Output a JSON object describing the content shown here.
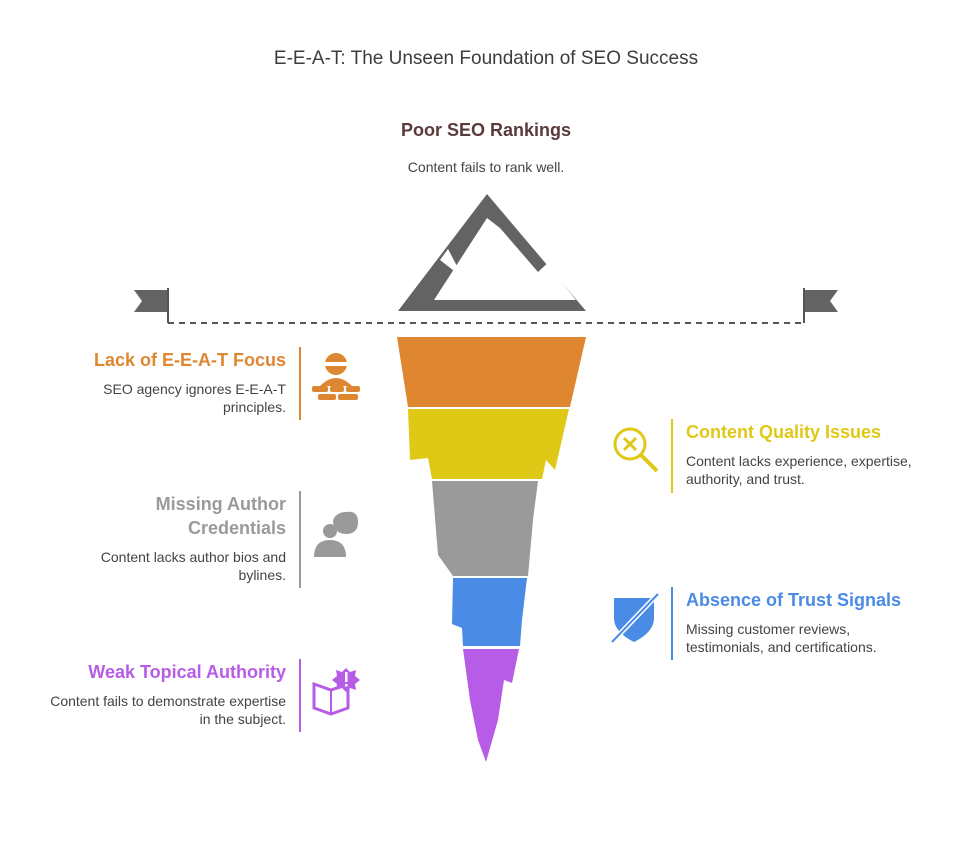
{
  "title": "E-E-A-T: The Unseen Foundation of SEO Success",
  "top": {
    "heading": "Poor SEO Rankings",
    "description": "Content fails to rank well."
  },
  "items": [
    {
      "heading": "Lack of E-E-A-T Focus",
      "description": "SEO agency ignores E-E-A-T principles.",
      "color": "#de8630",
      "icon": "person-with-bricks-icon"
    },
    {
      "heading": "Content Quality Issues",
      "description": "Content lacks experience, expertise, authority, and trust.",
      "color": "#e0c816",
      "icon": "magnifier-x-icon"
    },
    {
      "heading": "Missing Author Credentials",
      "description": "Content lacks author bios and bylines.",
      "color": "#9a9a9a",
      "icon": "person-speech-icon"
    },
    {
      "heading": "Absence of Trust Signals",
      "description": "Missing customer reviews, testimonials, and certifications.",
      "color": "#4a8be6",
      "icon": "shield-off-icon"
    },
    {
      "heading": "Weak Topical Authority",
      "description": "Content fails to demonstrate expertise in the subject.",
      "color": "#b75ce6",
      "icon": "book-alert-icon"
    }
  ],
  "colors": {
    "mountain": "#636363",
    "text": "#444444"
  }
}
